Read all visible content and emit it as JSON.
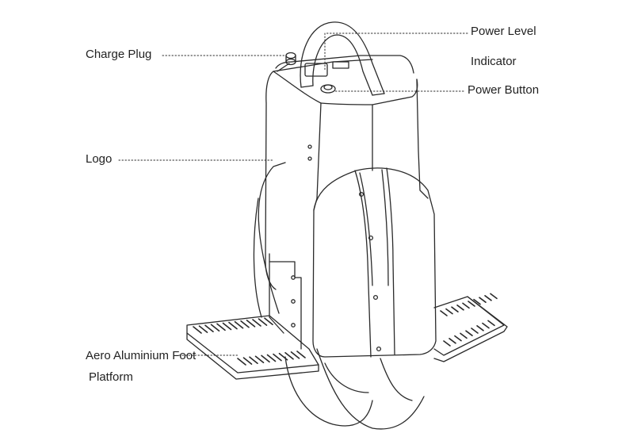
{
  "callouts": {
    "charge_plug": "Charge Plug",
    "power_level": {
      "line1": "Power Level",
      "line2": "Indicator"
    },
    "power_button": "Power Button",
    "logo": "Logo",
    "foot_platform": {
      "line1": "Aero Aluminium Foot",
      "line2": "Platform"
    }
  },
  "colors": {
    "ink": "#2a2a2a",
    "text": "#222222",
    "background": "#ffffff"
  }
}
